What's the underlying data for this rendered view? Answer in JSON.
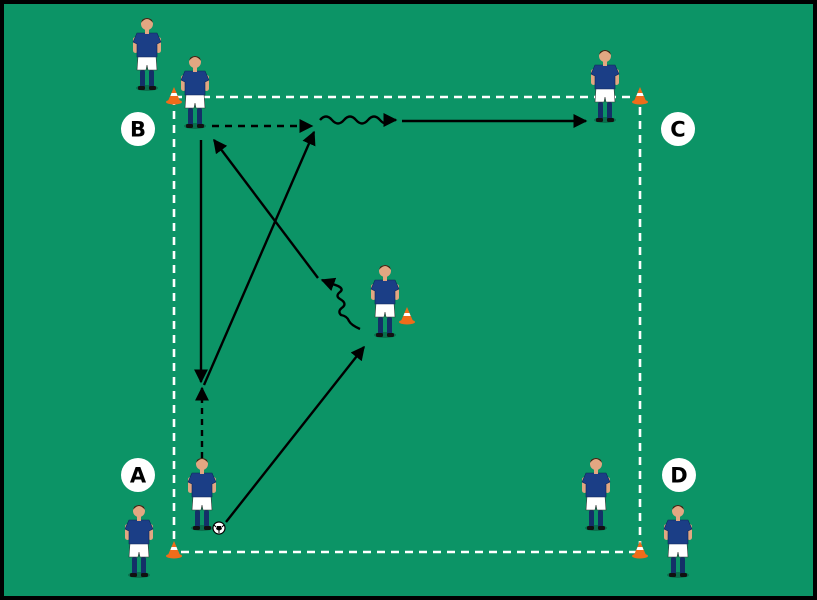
{
  "diagram": {
    "colors": {
      "field": "#0c9466",
      "border": "#000000",
      "boundary_line": "#ffffff",
      "arrow": "#000000",
      "jersey": "#1b3e86",
      "shorts": "#ffffff",
      "socks": "#143068",
      "skin": "#e2a782",
      "hair": "#3b2414",
      "cone_orange": "#ef6c1a",
      "cone_white": "#ffffff",
      "label_bg": "#ffffff",
      "label_text": "#000000"
    },
    "corner_labels": [
      {
        "id": "A",
        "text": "A"
      },
      {
        "id": "B",
        "text": "B"
      },
      {
        "id": "C",
        "text": "C"
      },
      {
        "id": "D",
        "text": "D"
      }
    ],
    "icons": {
      "player": "player-icon",
      "cone": "cone-icon",
      "ball": "ball-icon"
    },
    "arrow_types": [
      "pass",
      "run",
      "dribble"
    ]
  }
}
